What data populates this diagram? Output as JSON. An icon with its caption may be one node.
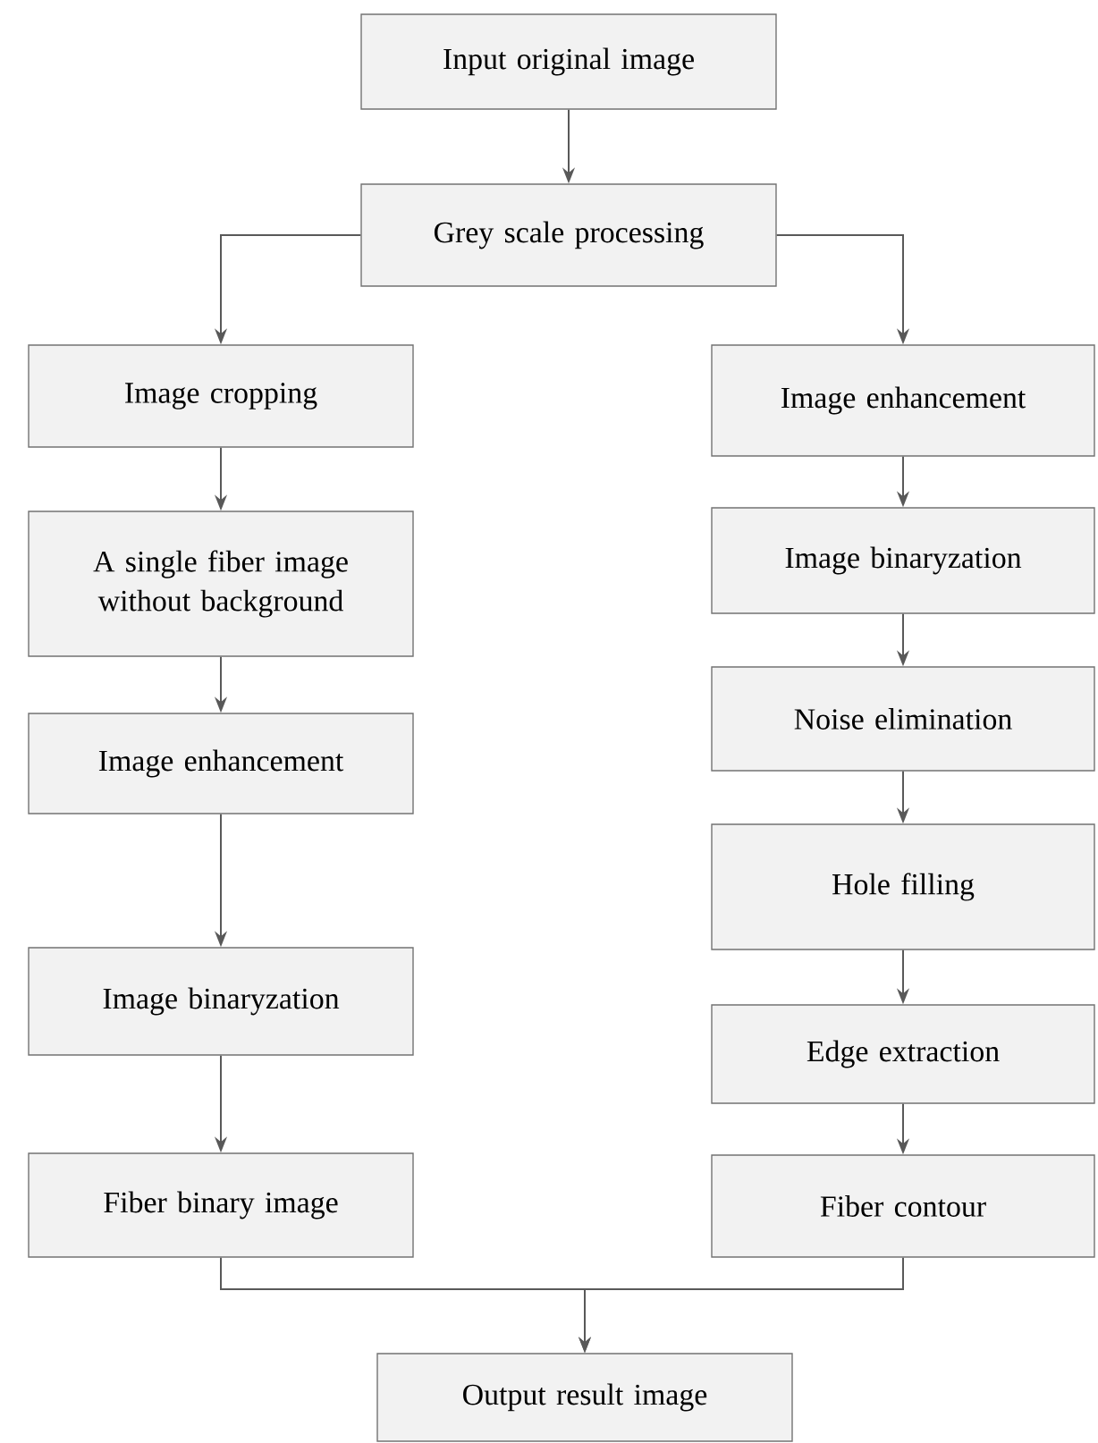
{
  "diagram": {
    "nodes": [
      {
        "text": [
          "Input original image"
        ]
      },
      {
        "text": [
          "Grey scale processing"
        ]
      },
      {
        "text": [
          "Image cropping"
        ]
      },
      {
        "text": [
          "A single fiber image without background"
        ]
      },
      {
        "text": [
          "Image enhancement"
        ]
      },
      {
        "text": [
          "Image binaryzation"
        ]
      },
      {
        "text": [
          "Fiber binary image"
        ]
      },
      {
        "text": [
          "Image enhancement"
        ]
      },
      {
        "text": [
          "Image binaryzation"
        ]
      },
      {
        "text": [
          "Noise elimination"
        ]
      },
      {
        "text": [
          "Hole filling"
        ]
      },
      {
        "text": [
          "Edge extraction"
        ]
      },
      {
        "text": [
          "Fiber contour"
        ]
      },
      {
        "text": [
          "Output result image"
        ]
      }
    ],
    "edges": [
      {
        "from": 0,
        "to": 1,
        "arrow": "to"
      },
      {
        "from": 1,
        "to": 2,
        "arrow": "to"
      },
      {
        "from": 1,
        "to": 7,
        "arrow": "to"
      },
      {
        "from": 2,
        "to": 3,
        "arrow": "to"
      },
      {
        "from": 3,
        "to": 4,
        "arrow": "to"
      },
      {
        "from": 4,
        "to": 5,
        "arrow": "to"
      },
      {
        "from": 5,
        "to": 6,
        "arrow": "to"
      },
      {
        "from": 7,
        "to": 8,
        "arrow": "to"
      },
      {
        "from": 8,
        "to": 9,
        "arrow": "to"
      },
      {
        "from": 9,
        "to": 10,
        "arrow": "to"
      },
      {
        "from": 10,
        "to": 11,
        "arrow": "to"
      },
      {
        "from": 11,
        "to": 12,
        "arrow": "to"
      },
      {
        "from": 6,
        "to": 13,
        "arrow": "to"
      },
      {
        "from": 12,
        "to": 13,
        "arrow": "to"
      }
    ]
  }
}
